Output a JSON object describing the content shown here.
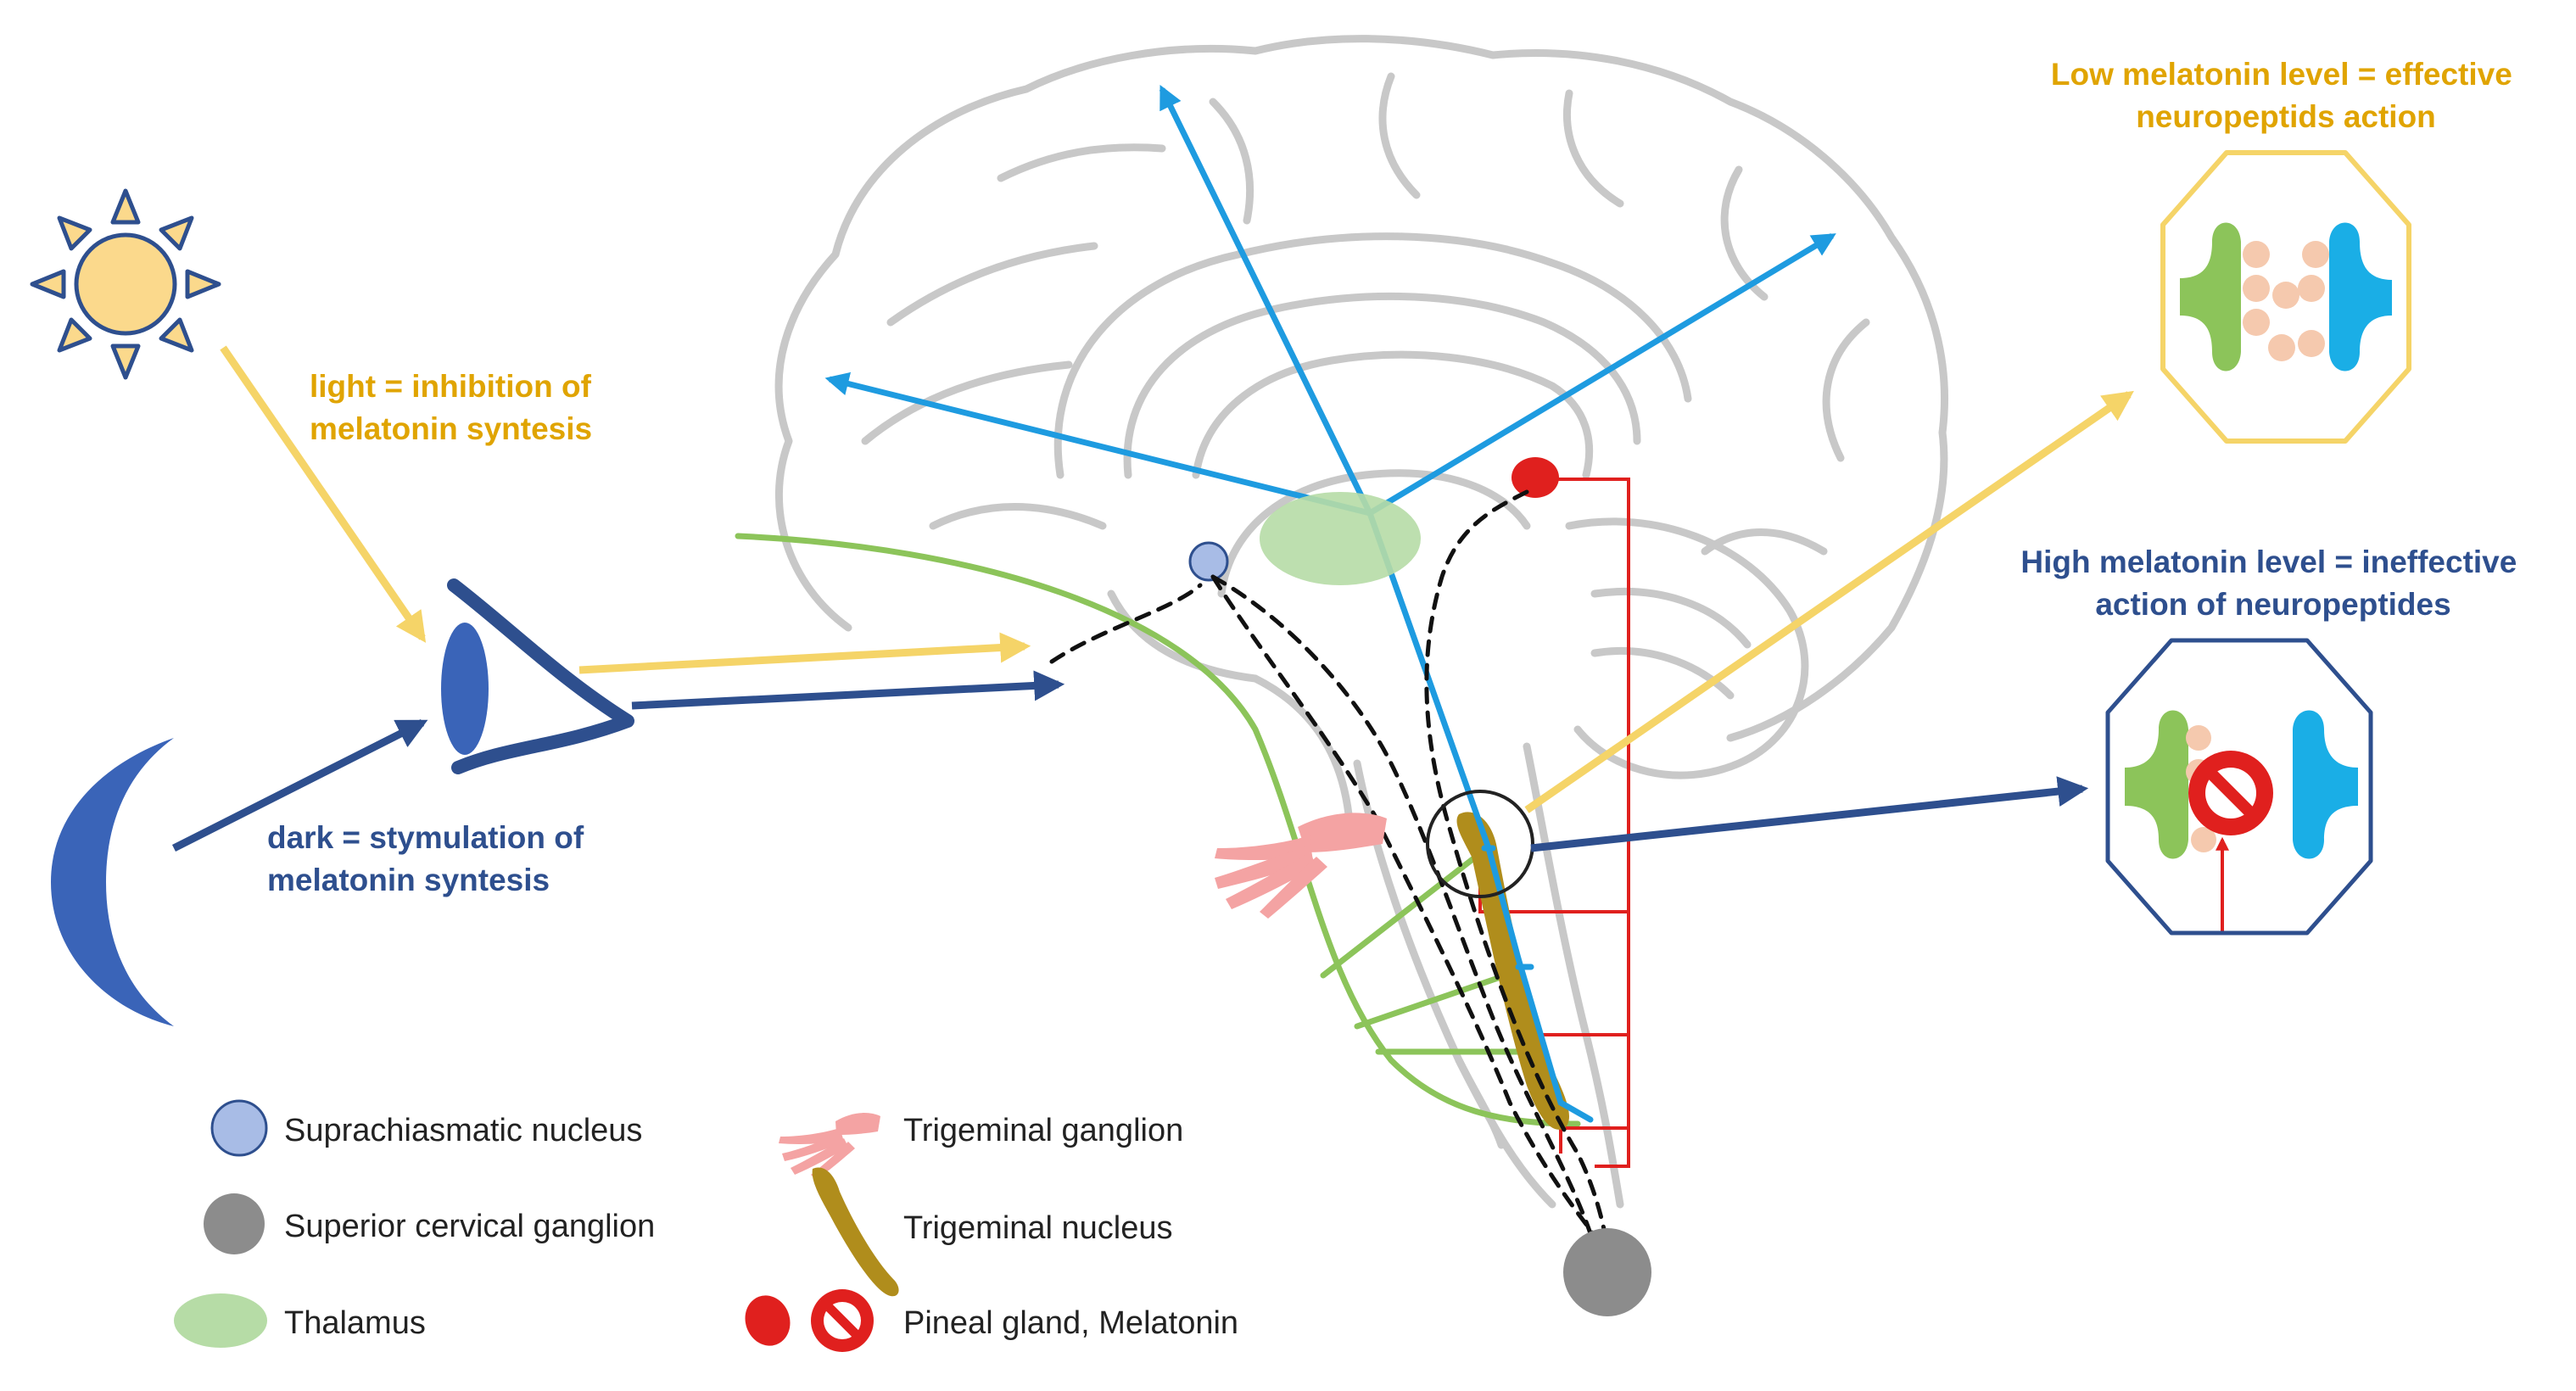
{
  "colors": {
    "yellow_text": "#e0a400",
    "yellow_arrow": "#f5d468",
    "navy": "#2e4f8e",
    "sky_blue": "#1e9be0",
    "green": "#8cc45a",
    "red": "#e0201e",
    "brain_outline": "#c8c8c8",
    "scn": "#a8bce6",
    "ganglion_grey": "#8c8c8c",
    "thalamus": "#b6dca6",
    "trigeminal_ganglion": "#f4a3a3",
    "trigeminal_nucleus": "#b08d1c",
    "peptide_dot": "#f5c9ae"
  },
  "annotations": {
    "light": [
      "light = inhibition of",
      "melatonin syntesis"
    ],
    "dark": [
      "dark = stymulation of",
      "melatonin syntesis"
    ],
    "low_melatonin": [
      "Low melatonin level = effective",
      "neuropeptids action"
    ],
    "high_melatonin": [
      "High melatonin level = ineffective",
      "action of neuropeptides"
    ]
  },
  "legend": {
    "scn": "Suprachiasmatic nucleus",
    "scg": "Superior cervical ganglion",
    "thalamus": "Thalamus",
    "trigeminal_ganglion": "Trigeminal ganglion",
    "trigeminal_nucleus": "Trigeminal nucleus",
    "pineal": "Pineal gland, Melatonin"
  },
  "icons": [
    "sun-icon",
    "moon-icon",
    "eye-icon",
    "hand-icon",
    "no-entry-icon"
  ]
}
